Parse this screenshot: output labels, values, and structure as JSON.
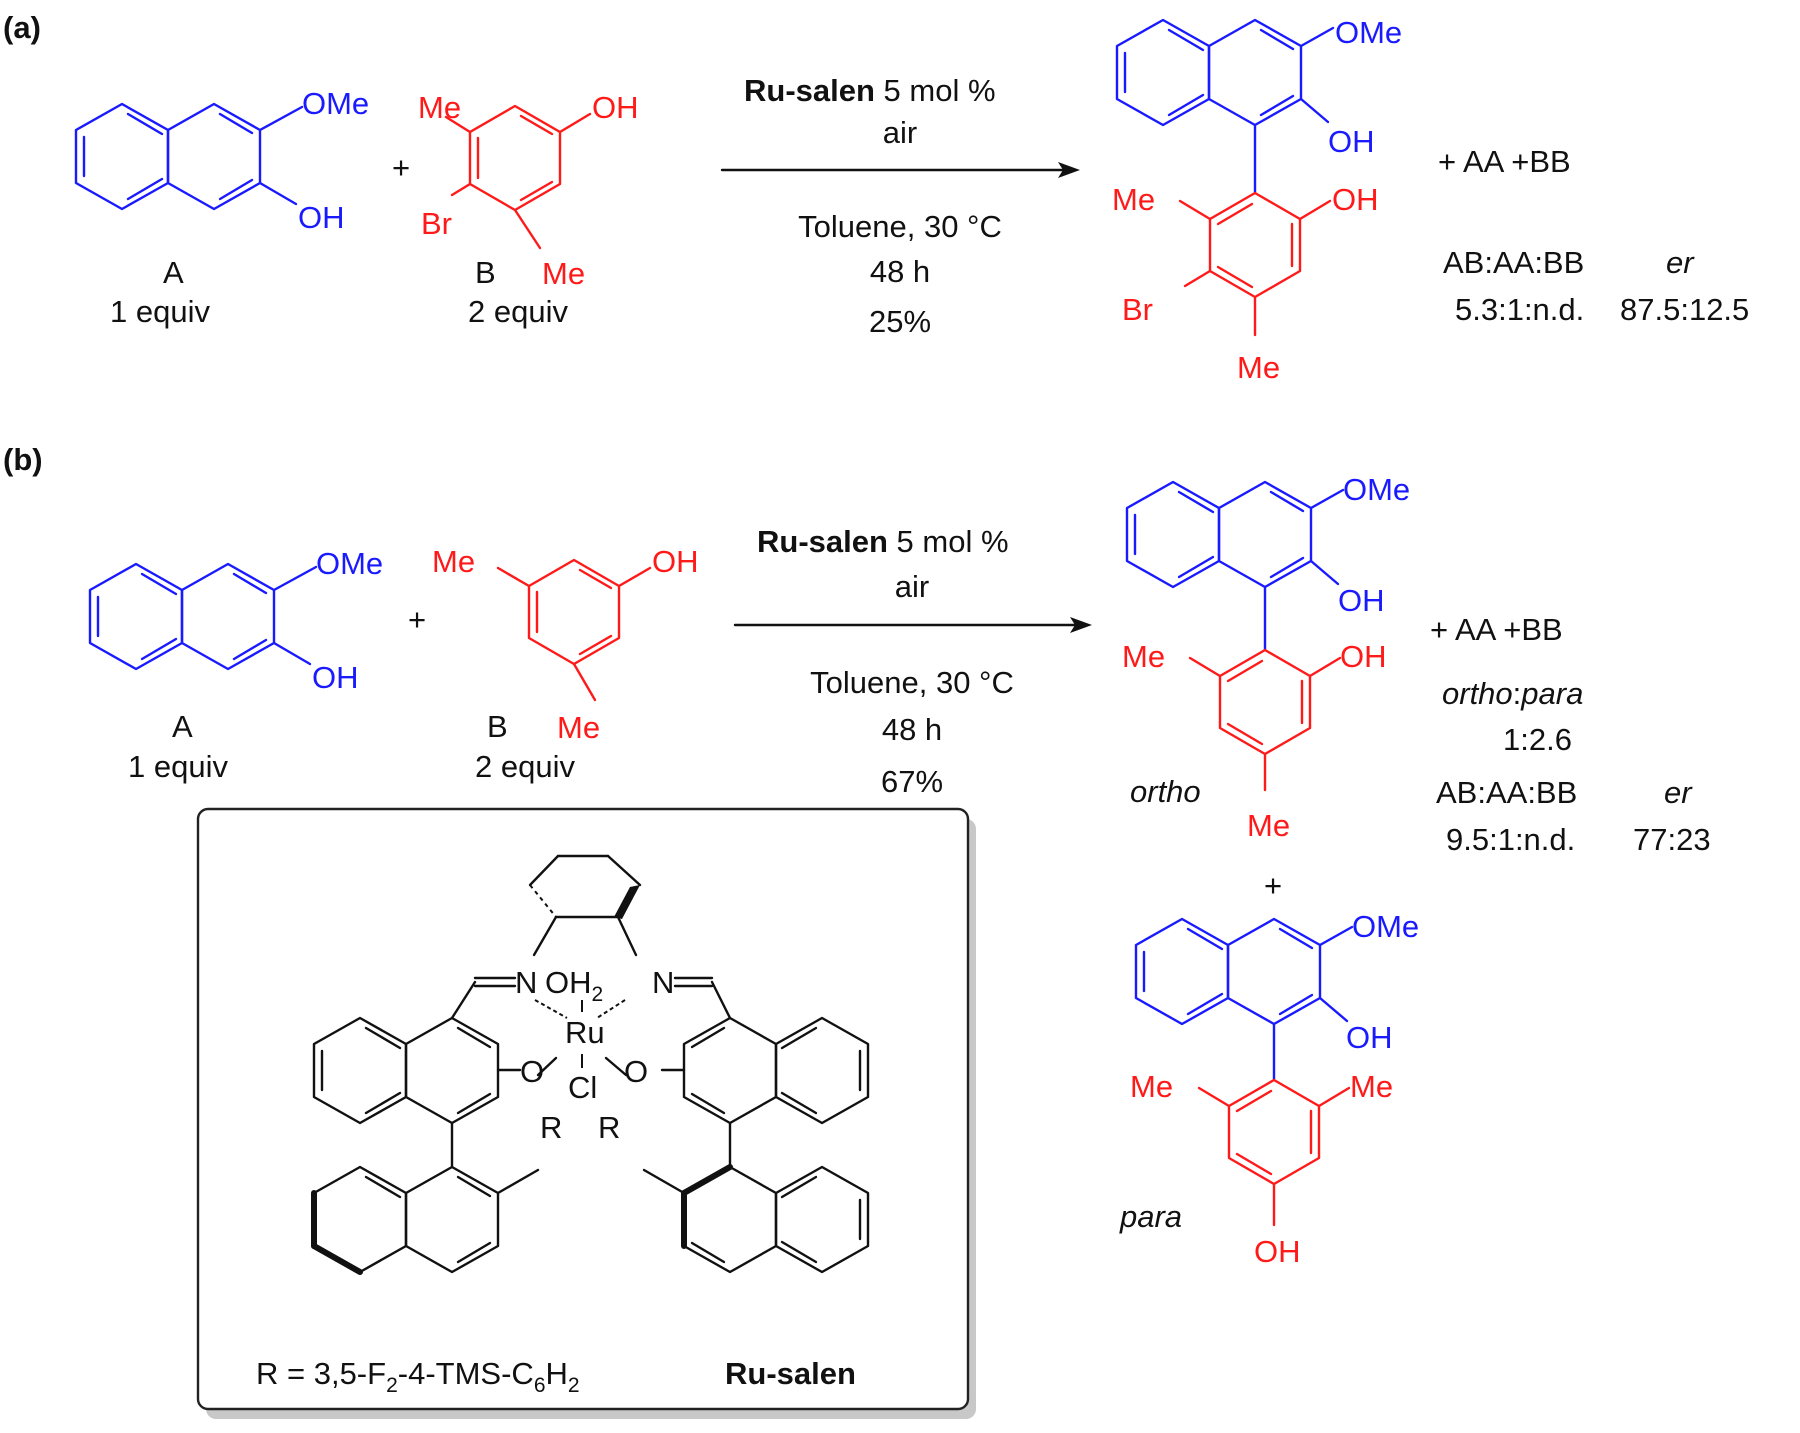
{
  "panel_a": {
    "label": "(a)",
    "reactant_a": {
      "ome": "OMe",
      "oh": "OH",
      "name": "A",
      "equiv": "1 equiv"
    },
    "plus": "+",
    "reactant_b": {
      "me1": "Me",
      "oh": "OH",
      "br": "Br",
      "me2": "Me",
      "name": "B",
      "equiv": "2 equiv"
    },
    "catalyst": "Ru-salen",
    "catalyst_loading": " 5 mol %",
    "atmosphere": "air",
    "solvent_temp": "Toluene, 30 °C",
    "time": "48 h",
    "yield": "25%",
    "product": {
      "ome": "OMe",
      "oh1": "OH",
      "me1": "Me",
      "oh2": "OH",
      "br": "Br",
      "me2": "Me"
    },
    "byproducts": "+ AA +BB",
    "ratio_header": "AB:AA:BB",
    "er_header": "er",
    "ratio_value": "5.3:1:n.d.",
    "er_value": "87.5:12.5"
  },
  "panel_b": {
    "label": "(b)",
    "reactant_a": {
      "ome": "OMe",
      "oh": "OH",
      "name": "A",
      "equiv": "1 equiv"
    },
    "plus": "+",
    "reactant_b": {
      "me1": "Me",
      "oh": "OH",
      "me2": "Me",
      "name": "B",
      "equiv": "2 equiv"
    },
    "catalyst": "Ru-salen",
    "catalyst_loading": " 5 mol %",
    "atmosphere": "air",
    "solvent_temp": "Toluene, 30 °C",
    "time": "48 h",
    "yield": "67%",
    "ortho_product": {
      "ome": "OMe",
      "oh1": "OH",
      "me1": "Me",
      "oh2": "OH",
      "me2": "Me",
      "label": "ortho"
    },
    "byproducts": "+ AA +BB",
    "selectivity_ortho": "ortho",
    "selectivity_sep": ":",
    "selectivity_para": "para",
    "selectivity_value": "1:2.6",
    "ratio_header": "AB:AA:BB",
    "er_header": "er",
    "ratio_value": "9.5:1:n.d.",
    "er_value": "77:23",
    "plus_between": "+",
    "para_product": {
      "ome": "OMe",
      "oh1": "OH",
      "me1": "Me",
      "me2": "Me",
      "oh2": "OH",
      "label": "para"
    },
    "catalyst_box": {
      "n_left": "N",
      "oh2": "OH",
      "oh2_sub": "2",
      "n_right": "N",
      "ru": "Ru",
      "o_left": "O",
      "o_right": "O",
      "cl": "Cl",
      "r_left": "R",
      "r_right": "R",
      "r_def_prefix": "R = 3,5-F",
      "r_def_sub1": "2",
      "r_def_mid": "-4-TMS-C",
      "r_def_sub2": "6",
      "r_def_h": "H",
      "r_def_sub3": "2",
      "name": "Ru-salen"
    }
  },
  "colors": {
    "substrate_a": "#1a1aff",
    "substrate_b": "#ff1a1a",
    "text": "#111111"
  }
}
